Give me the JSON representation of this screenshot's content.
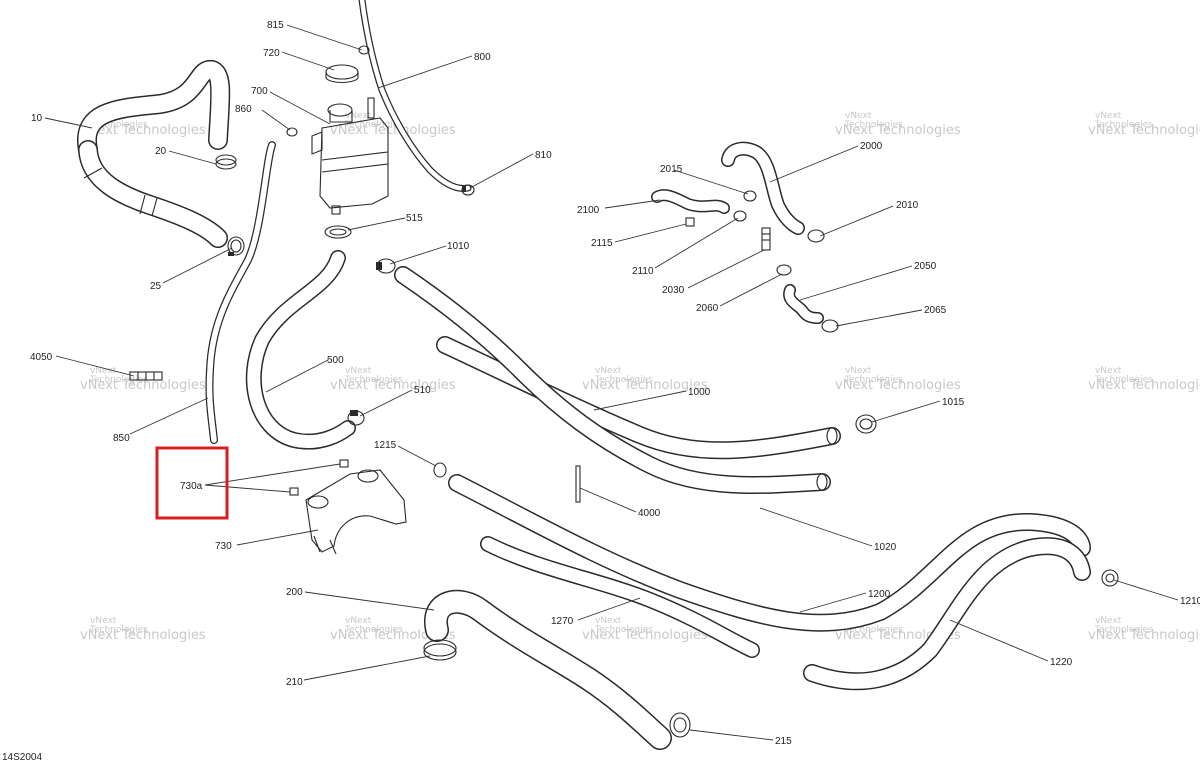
{
  "diagram_code": "14S2004",
  "watermark": {
    "line1": "vNext",
    "line2": "Technologies",
    "line3": "vNext Technologies"
  },
  "highlight_color": "#d91e1e",
  "callouts": [
    {
      "id": "c10",
      "label": "10"
    },
    {
      "id": "c20",
      "label": "20"
    },
    {
      "id": "c25",
      "label": "25"
    },
    {
      "id": "c815",
      "label": "815"
    },
    {
      "id": "c720",
      "label": "720"
    },
    {
      "id": "c800",
      "label": "800"
    },
    {
      "id": "c700",
      "label": "700"
    },
    {
      "id": "c860",
      "label": "860"
    },
    {
      "id": "c810",
      "label": "810"
    },
    {
      "id": "c515",
      "label": "515"
    },
    {
      "id": "c1010",
      "label": "1010"
    },
    {
      "id": "c2000",
      "label": "2000"
    },
    {
      "id": "c2015",
      "label": "2015"
    },
    {
      "id": "c2100",
      "label": "2100"
    },
    {
      "id": "c2115",
      "label": "2115"
    },
    {
      "id": "c2110",
      "label": "2110"
    },
    {
      "id": "c2010",
      "label": "2010"
    },
    {
      "id": "c2030",
      "label": "2030"
    },
    {
      "id": "c2050",
      "label": "2050"
    },
    {
      "id": "c2060",
      "label": "2060"
    },
    {
      "id": "c2065",
      "label": "2065"
    },
    {
      "id": "c4050",
      "label": "4050"
    },
    {
      "id": "c500",
      "label": "500"
    },
    {
      "id": "c510",
      "label": "510"
    },
    {
      "id": "c1000",
      "label": "1000"
    },
    {
      "id": "c1015",
      "label": "1015"
    },
    {
      "id": "c850",
      "label": "850"
    },
    {
      "id": "c1215",
      "label": "1215"
    },
    {
      "id": "c730a",
      "label": "730a"
    },
    {
      "id": "c4000",
      "label": "4000"
    },
    {
      "id": "c730",
      "label": "730"
    },
    {
      "id": "c1020",
      "label": "1020"
    },
    {
      "id": "c200",
      "label": "200"
    },
    {
      "id": "c1200",
      "label": "1200"
    },
    {
      "id": "c1210",
      "label": "1210"
    },
    {
      "id": "c1270",
      "label": "1270"
    },
    {
      "id": "c1220",
      "label": "1220"
    },
    {
      "id": "c210",
      "label": "210"
    },
    {
      "id": "c215",
      "label": "215"
    }
  ]
}
